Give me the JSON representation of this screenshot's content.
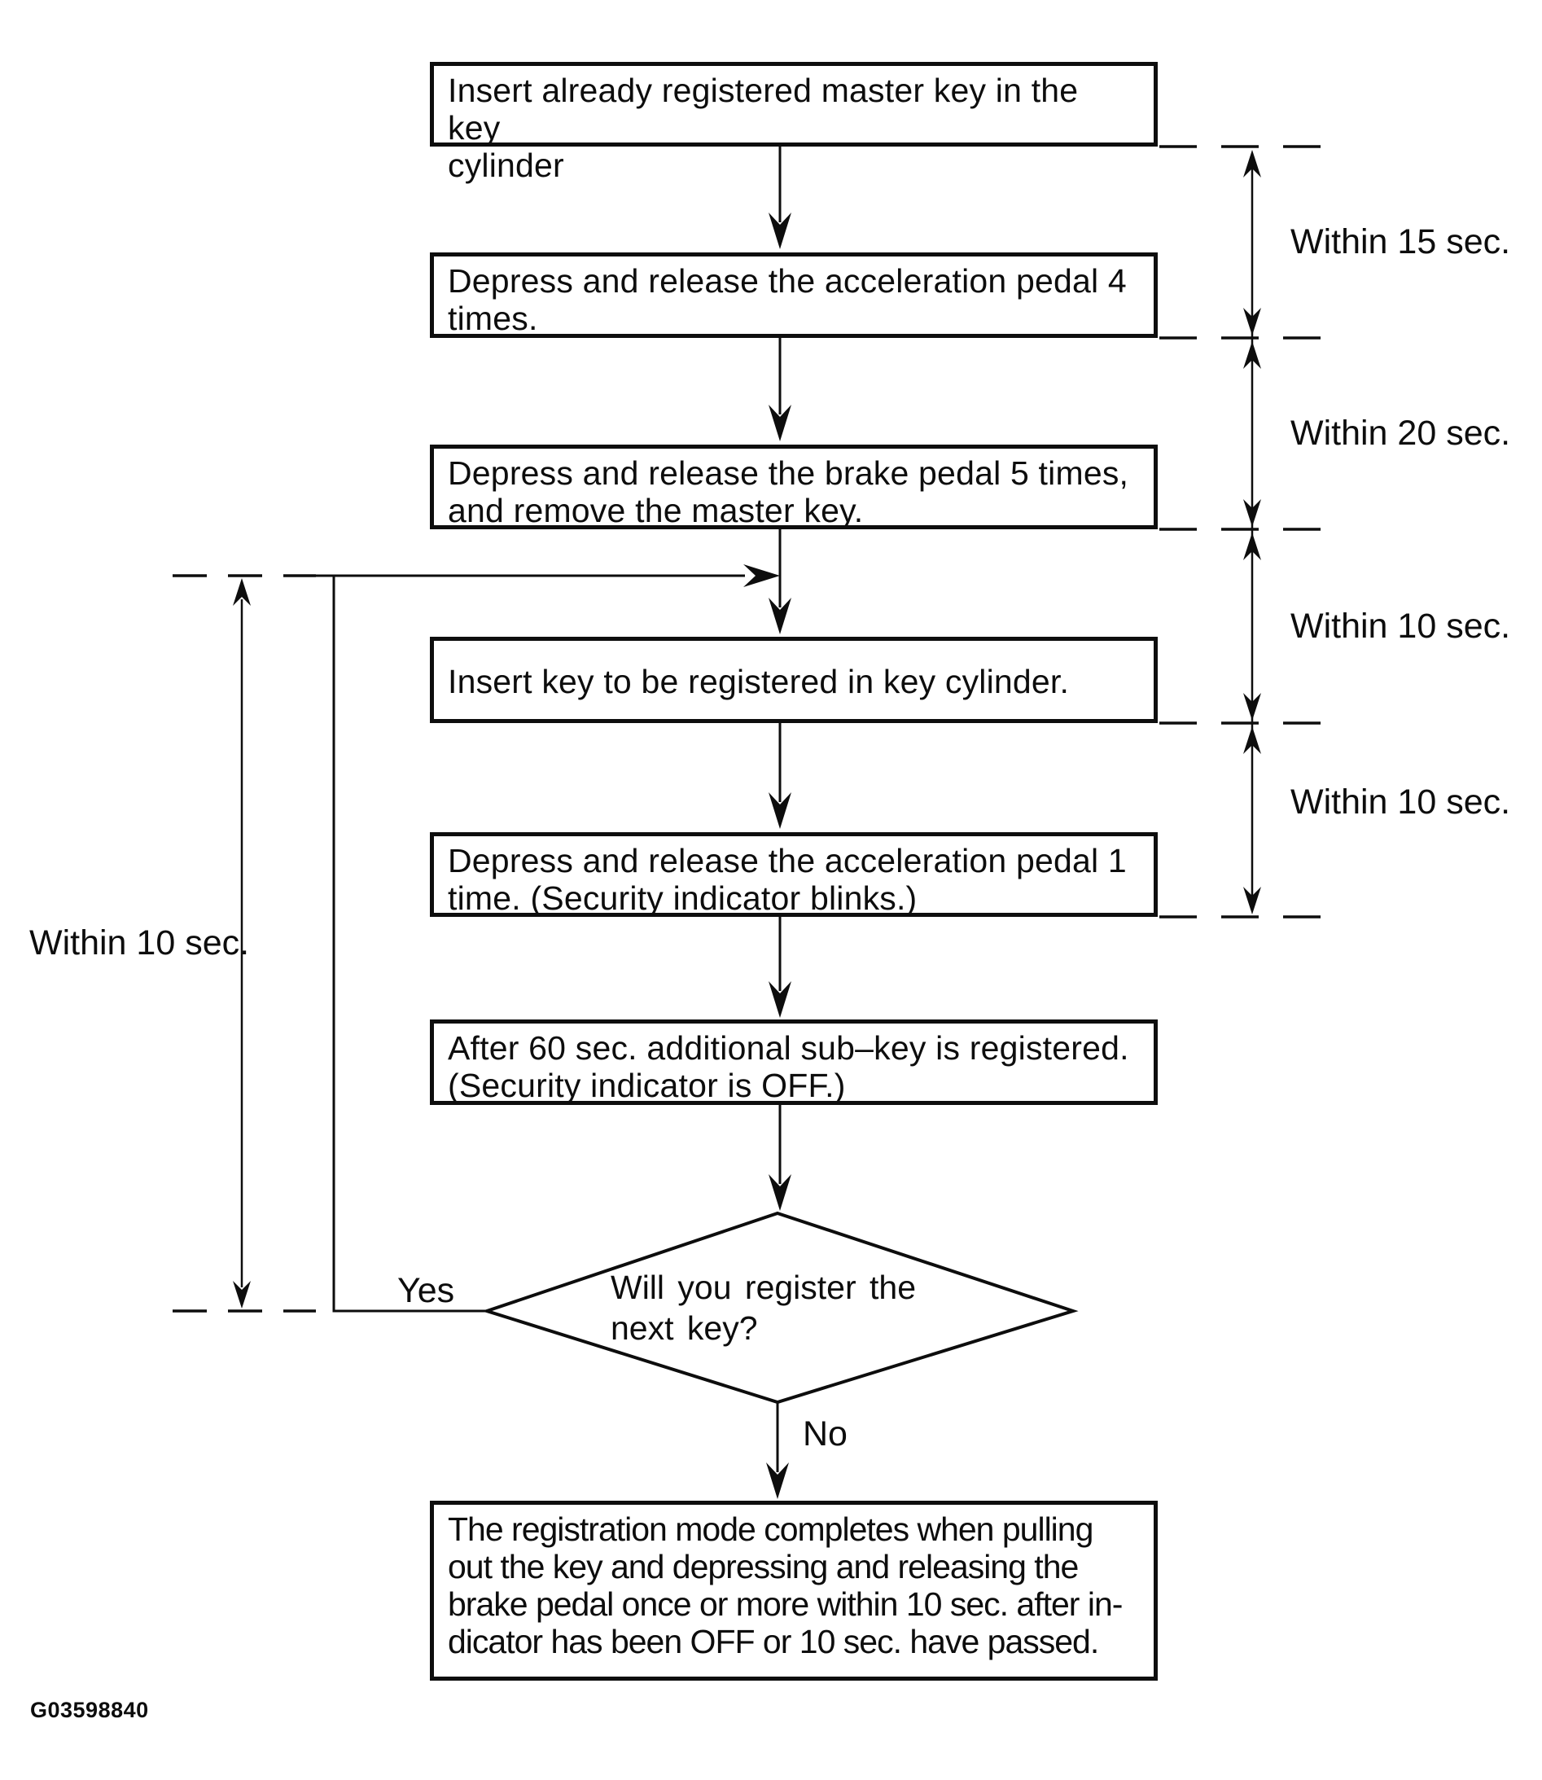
{
  "figure": {
    "code": "G03598840"
  },
  "nodes": {
    "step1": "Insert already registered master key in the key\ncylinder",
    "step2": "Depress and release the acceleration pedal 4\ntimes.",
    "step3": "Depress and release the brake pedal 5 times,\nand remove the master key.",
    "step4": "Insert key to be registered in key cylinder.",
    "step5": "Depress and release the acceleration pedal 1\ntime. (Security indicator blinks.)",
    "step6": "After 60 sec. additional sub–key is registered.\n(Security indicator is OFF.)",
    "decision": "Will you register the\nnext key?",
    "terminal": "The registration mode completes when pulling\nout the key and depressing and releasing the\nbrake pedal once or more within 10 sec. after in-\ndicator has been OFF or 10 sec. have passed."
  },
  "branch_labels": {
    "yes": "Yes",
    "no": "No"
  },
  "timing_labels": {
    "right1": "Within 15 sec.",
    "right2": "Within 20 sec.",
    "right3": "Within 10 sec.",
    "right4": "Within 10 sec.",
    "left": "Within 10 sec."
  },
  "colors": {
    "ink": "#0d0d0d",
    "background": "#ffffff"
  }
}
